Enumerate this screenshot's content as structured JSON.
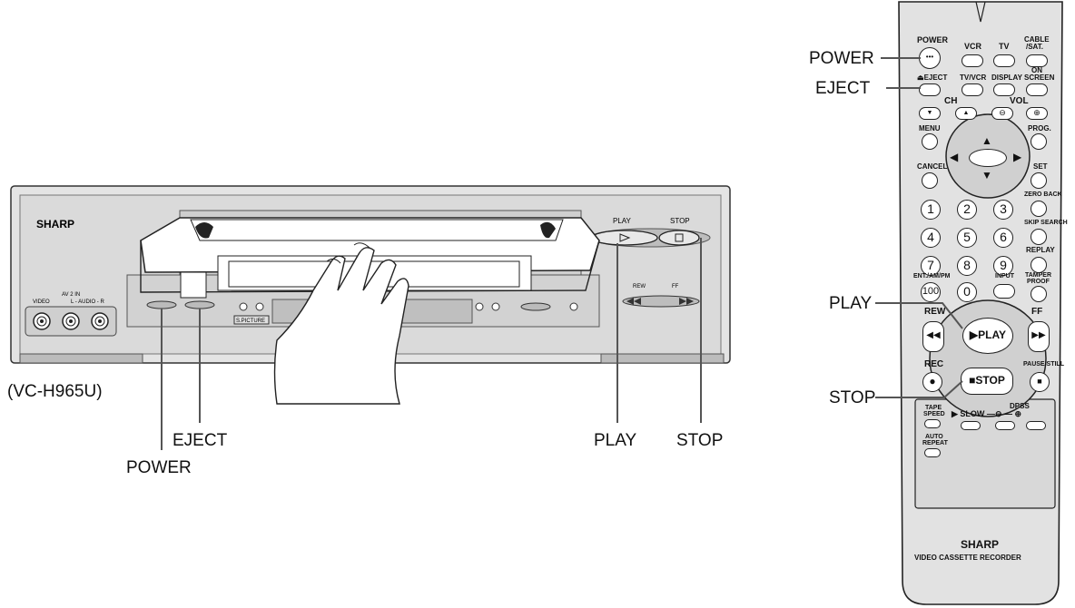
{
  "vcr": {
    "brand": "SHARP",
    "model": "(VC-H965U)",
    "av_in": "AV 2 IN",
    "video_label": "VIDEO",
    "audio_label": "L - AUDIO - R",
    "s_picture": "S.PICTURE",
    "play_label": "PLAY",
    "stop_label": "STOP",
    "rew_label": "REW",
    "ff_label": "FF",
    "callouts": {
      "power": "POWER",
      "eject": "EJECT",
      "play": "PLAY",
      "stop": "STOP"
    }
  },
  "remote": {
    "callouts": {
      "power": "POWER",
      "eject": "EJECT",
      "play": "PLAY",
      "stop": "STOP"
    },
    "labels": {
      "power": "POWER",
      "vcr": "VCR",
      "tv": "TV",
      "cable": "CABLE",
      "sat": "/SAT.",
      "eject": "EJECT",
      "tv_vcr": "TV/VCR",
      "display": "DISPLAY",
      "on": "ON",
      "screen": "SCREEN",
      "ch": "CH",
      "vol": "VOL",
      "menu": "MENU",
      "prog": "PROG.",
      "cancel": "CANCEL",
      "set": "SET",
      "zero_back": "ZERO BACK",
      "skip_search": "SKIP SEARCH",
      "replay": "REPLAY",
      "ent": "ENT./AM/PM",
      "input": "INPUT",
      "tamper": "TAMPER",
      "proof": "PROOF",
      "rew": "REW",
      "ff": "FF",
      "play": "PLAY",
      "rec": "REC",
      "stop": "STOP",
      "pause": "PAUSE/STILL",
      "tape": "TAPE",
      "speed": "SPEED",
      "slow": "SLOW",
      "dpss": "DPSS",
      "auto": "AUTO",
      "repeat": "REPEAT",
      "brand": "SHARP",
      "subtitle": "VIDEO CASSETTE RECORDER"
    },
    "digits": [
      "1",
      "2",
      "3",
      "4",
      "5",
      "6",
      "7",
      "8",
      "9",
      "100",
      "0"
    ]
  }
}
